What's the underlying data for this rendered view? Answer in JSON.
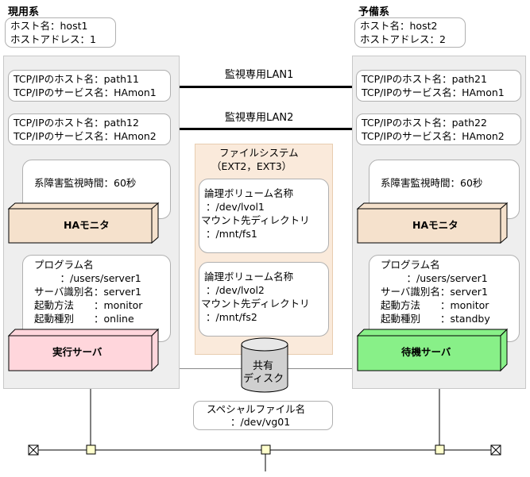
{
  "left": {
    "system_label": "現用系",
    "host_name": "ホスト名：host1",
    "host_address": "ホストアドレス：1",
    "tcp1_host": "TCP/IPのホスト名：path11",
    "tcp1_service": "TCP/IPのサービス名：HAmon1",
    "tcp2_host": "TCP/IPのホスト名：path12",
    "tcp2_service": "TCP/IPのサービス名：HAmon2",
    "monitor_time": "系障害監視時間：60秒",
    "ha_monitor": "HAモニタ",
    "program_label": "プログラム名",
    "program_value": "　：/users/server1",
    "server_id": "サーバ識別名：server1",
    "start_method": "起動方法　　：monitor",
    "start_type": "起動種別　　：online",
    "server_box": "実行サーバ"
  },
  "right": {
    "system_label": "予備系",
    "host_name": "ホスト名：host2",
    "host_address": "ホストアドレス：2",
    "tcp1_host": "TCP/IPのホスト名：path21",
    "tcp1_service": "TCP/IPのサービス名：HAmon1",
    "tcp2_host": "TCP/IPのホスト名：path22",
    "tcp2_service": "TCP/IPのサービス名：HAmon2",
    "monitor_time": "系障害監視時間：60秒",
    "ha_monitor": "HAモニタ",
    "program_label": "プログラム名",
    "program_value": "　：/users/server1",
    "server_id": "サーバ識別名：server1",
    "start_method": "起動方法　　：monitor",
    "start_type": "起動種別　　：standby",
    "server_box": "待機サーバ"
  },
  "lan1": "監視専用LAN1",
  "lan2": "監視専用LAN2",
  "filesystem": {
    "title": "ファイルシステム",
    "subtitle": "（EXT2，EXT3）",
    "vol1_label": "論理ボリューム名称",
    "vol1_value": "：/dev/lvol1",
    "mount1_label": "マウント先ディレクトリ",
    "mount1_value": "：/mnt/fs1",
    "vol2_label": "論理ボリューム名称",
    "vol2_value": "：/dev/lvol2",
    "mount2_label": "マウント先ディレクトリ",
    "mount2_value": "：/mnt/fs2"
  },
  "disk": {
    "line1": "共有",
    "line2": "ディスク"
  },
  "special_file": {
    "label": "スペシャルファイル名",
    "value": "：/dev/vg01"
  },
  "colors": {
    "panel": "#eeeeee",
    "ha_monitor": "#f5e1cc",
    "active_server": "#ffd6dc",
    "standby_server": "#88f088",
    "filesystem": "#faeadb",
    "disk": "#d0d0d0"
  }
}
